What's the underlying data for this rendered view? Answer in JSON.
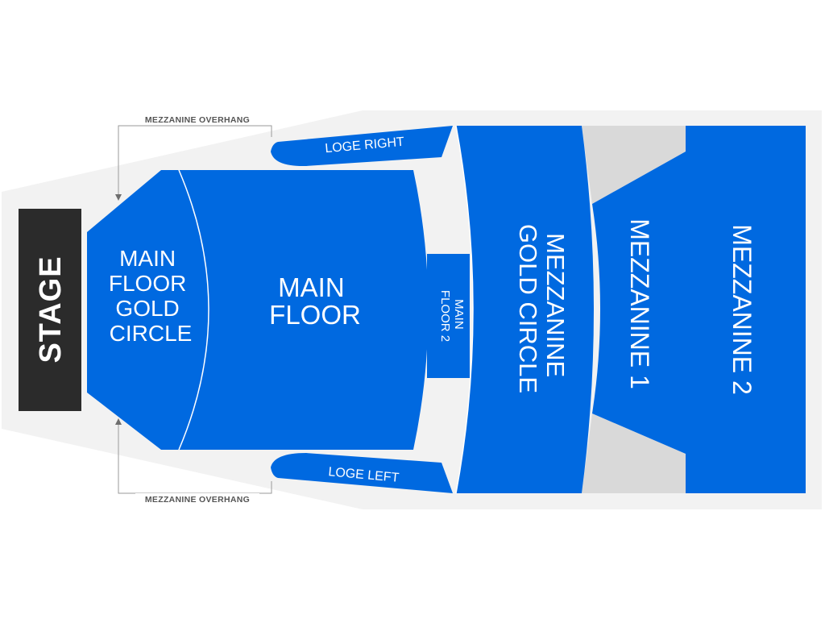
{
  "colors": {
    "section": "#0069e0",
    "background": "#f2f2f2",
    "aisle": "#d9d9d9",
    "stage": "#2b2b2b",
    "divider": "#ffffff",
    "note": "#555555"
  },
  "stage": {
    "label": "STAGE"
  },
  "overhang": {
    "top_label": "MEZZANINE OVERHANG",
    "bottom_label": "MEZZANINE OVERHANG"
  },
  "sections": {
    "main_floor_gold_circle": {
      "lines": [
        "MAIN",
        "FLOOR",
        "GOLD",
        "CIRCLE"
      ]
    },
    "main_floor": {
      "lines": [
        "MAIN",
        "FLOOR"
      ]
    },
    "main_floor_2": {
      "lines": [
        "MAIN",
        "FLOOR 2"
      ]
    },
    "loge_right": {
      "label": "LOGE RIGHT"
    },
    "loge_left": {
      "label": "LOGE LEFT"
    },
    "mezzanine_gold_circle": {
      "lines": [
        "MEZZANINE",
        "GOLD CIRCLE"
      ]
    },
    "mezzanine_1": {
      "label": "MEZZANINE 1"
    },
    "mezzanine_2": {
      "label": "MEZZANINE 2"
    }
  }
}
